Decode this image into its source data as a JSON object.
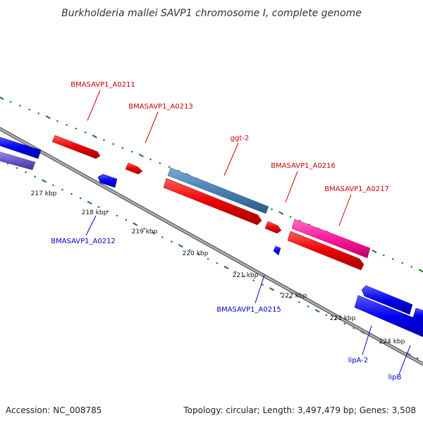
{
  "title": "Burkholderia mallei SAVP1 chromosome I, complete genome",
  "footer": {
    "accession": "Accession: NC_008785",
    "summary": "Topology: circular; Length: 3,497,479 bp; Genes: 3,508"
  },
  "ticks": [
    {
      "label": "217 kbp",
      "pos": 217
    },
    {
      "label": "218 kbp",
      "pos": 218
    },
    {
      "label": "219 kbp",
      "pos": 219
    },
    {
      "label": "220 kbp",
      "pos": 220
    },
    {
      "label": "221 kbp",
      "pos": 221
    },
    {
      "label": "222 kbp",
      "pos": 222
    },
    {
      "label": "223 kbp",
      "pos": 223
    },
    {
      "label": "224 kbp",
      "pos": 224
    }
  ],
  "genes_forward": [
    {
      "name": "BMASAVP1_A0211",
      "color": "#cc0000"
    },
    {
      "name": "BMASAVP1_A0213",
      "color": "#cc0000"
    },
    {
      "name": "ggt-2",
      "color": "#cc0000"
    },
    {
      "name": "BMASAVP1_A0216",
      "color": "#cc0000"
    },
    {
      "name": "BMASAVP1_A0217",
      "color": "#cc0000"
    }
  ],
  "genes_reverse": [
    {
      "name": "BMASAVP1_A0212",
      "color": "#0000cc"
    },
    {
      "name": "BMASAVP1_A0215",
      "color": "#0000cc"
    },
    {
      "name": "lipA-2",
      "color": "#0000cc"
    },
    {
      "name": "lipB",
      "color": "#0000cc"
    }
  ],
  "colors": {
    "backbone": "#888888",
    "tick": "#1a7a1a",
    "forward_cds": "#ee0000",
    "reverse_cds": "#0000ee",
    "gene_highlight": "#4a7fb5",
    "pink_cds": "#ff1a9a",
    "purple_cds": "#6a5acd"
  }
}
